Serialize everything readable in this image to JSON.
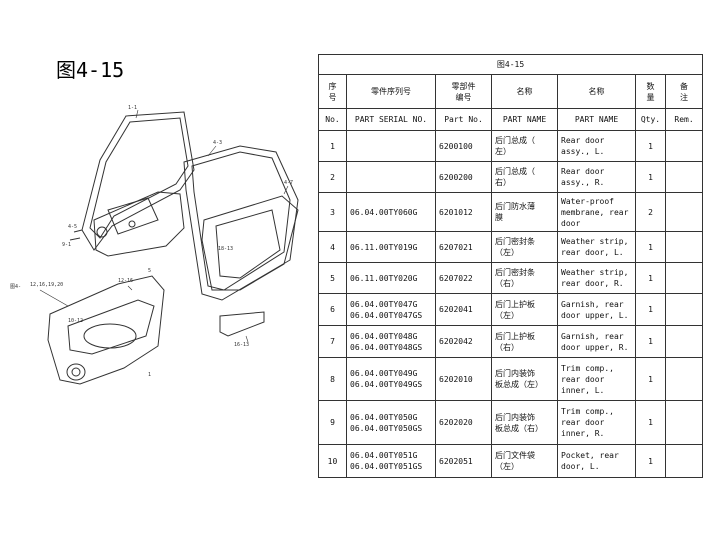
{
  "figure_title": "图4-15",
  "diagram_labels": {
    "a": "1-1",
    "b": "4-3",
    "c": "4-7",
    "d": "4-5",
    "e": "9-1",
    "f": "18-13",
    "g": "5",
    "h": "12-16",
    "i": "12,16,19,20",
    "j": "图4-",
    "k": "10-12",
    "l": "16-13",
    "m": "1"
  },
  "table": {
    "title": "图4-15",
    "headers_cn": [
      "序\n号",
      "零件序列号",
      "零部件\n编号",
      "名称",
      "名称",
      "数\n量",
      "备\n注"
    ],
    "headers_en": [
      "No.",
      "PART SERIAL NO.",
      "Part No.",
      "PART NAME",
      "PART NAME",
      "Qty.",
      "Rem."
    ],
    "rows": [
      {
        "no": "1",
        "serial": "",
        "part_no": "6200100",
        "name_cn": "后门总成（\n左）",
        "name_en": "Rear door\nassy., L.",
        "qty": "1",
        "rem": ""
      },
      {
        "no": "2",
        "serial": "",
        "part_no": "6200200",
        "name_cn": "后门总成（\n右）",
        "name_en": "Rear door\nassy., R.",
        "qty": "1",
        "rem": ""
      },
      {
        "no": "3",
        "serial": "06.04.00TY060G",
        "part_no": "6201012",
        "name_cn": "后门防水薄\n膜",
        "name_en": "Water-proof\nmembrane, rear\ndoor",
        "qty": "2",
        "rem": ""
      },
      {
        "no": "4",
        "serial": "06.11.00TY019G",
        "part_no": "6207021",
        "name_cn": "后门密封条\n（左）",
        "name_en": "Weather strip,\nrear door, L.",
        "qty": "1",
        "rem": ""
      },
      {
        "no": "5",
        "serial": "06.11.00TY020G",
        "part_no": "6207022",
        "name_cn": "后门密封条\n（右）",
        "name_en": "Weather strip,\nrear door, R.",
        "qty": "1",
        "rem": ""
      },
      {
        "no": "6",
        "serial": "06.04.00TY047G\n06.04.00TY047GS",
        "part_no": "6202041",
        "name_cn": "后门上护板\n（左）",
        "name_en": "Garnish, rear\ndoor upper, L.",
        "qty": "1",
        "rem": ""
      },
      {
        "no": "7",
        "serial": "06.04.00TY048G\n06.04.00TY048GS",
        "part_no": "6202042",
        "name_cn": "后门上护板\n（右）",
        "name_en": "Garnish, rear\ndoor upper, R.",
        "qty": "1",
        "rem": ""
      },
      {
        "no": "8",
        "serial": "06.04.00TY049G\n06.04.00TY049GS",
        "part_no": "6202010",
        "name_cn": "后门内装饰\n板总成（左）",
        "name_en": "Trim comp.,\nrear door\ninner, L.",
        "qty": "1",
        "rem": ""
      },
      {
        "no": "9",
        "serial": "06.04.00TY050G\n06.04.00TY050GS",
        "part_no": "6202020",
        "name_cn": "后门内装饰\n板总成（右）",
        "name_en": "Trim comp.,\nrear door\ninner, R.",
        "qty": "1",
        "rem": ""
      },
      {
        "no": "10",
        "serial": "06.04.00TY051G\n06.04.00TY051GS",
        "part_no": "6202051",
        "name_cn": "后门文件袋\n（左）",
        "name_en": "Pocket, rear\ndoor, L.",
        "qty": "1",
        "rem": ""
      }
    ]
  }
}
